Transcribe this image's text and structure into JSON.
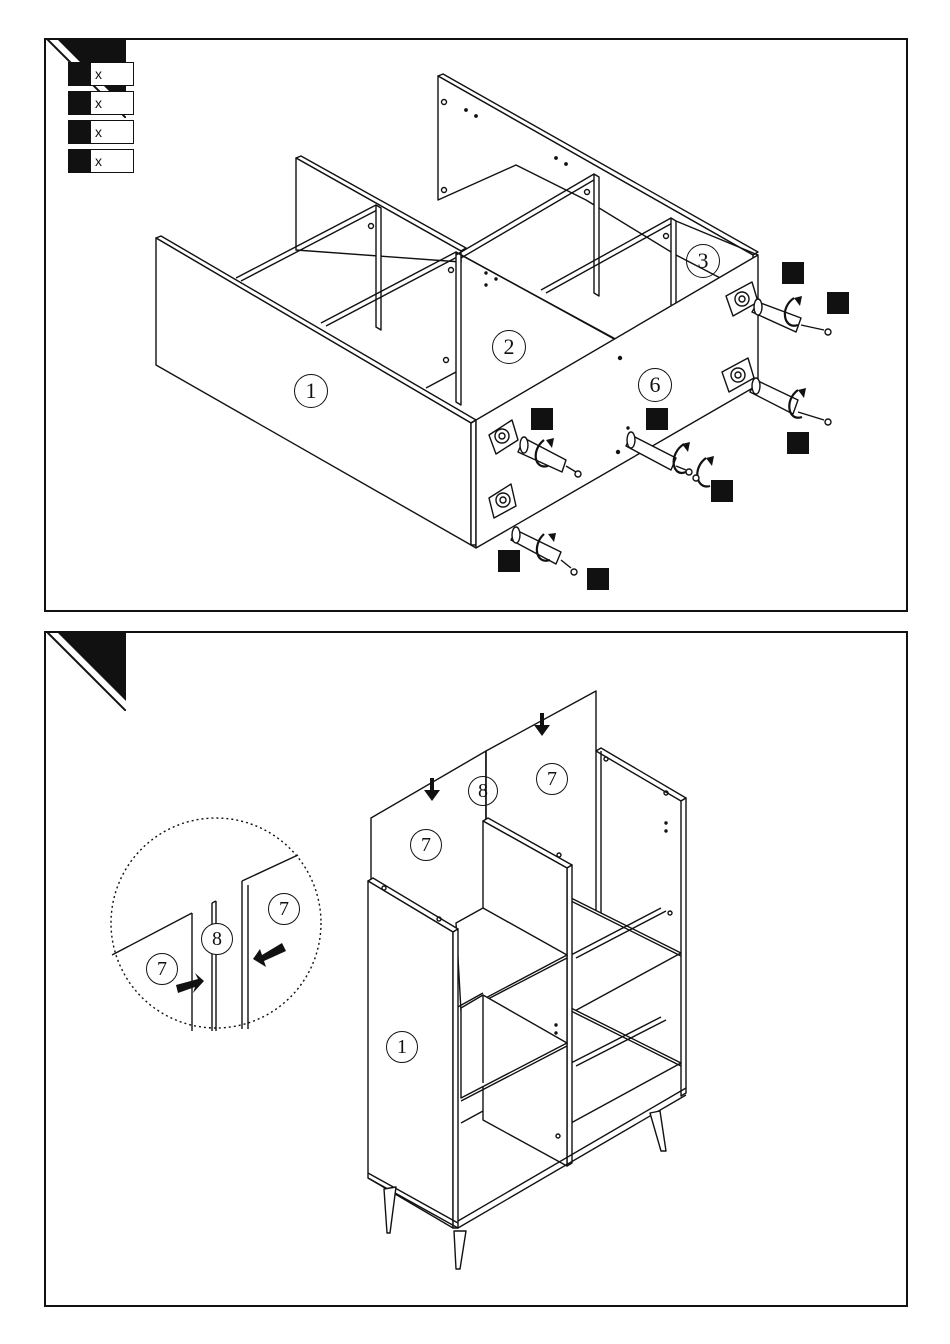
{
  "legend": {
    "rows": [
      {
        "multiplier": "x"
      },
      {
        "multiplier": "x"
      },
      {
        "multiplier": "x"
      },
      {
        "multiplier": "x"
      }
    ]
  },
  "step1": {
    "part_labels": {
      "side_panel": "1",
      "center_divider": "2",
      "right_divider": "3",
      "bottom_panel": "6"
    }
  },
  "step2": {
    "part_labels": {
      "side_panel": "1",
      "back_panel_left": "7",
      "back_panel_right": "7",
      "connector_strip": "8"
    },
    "detail_labels": {
      "back_panel_left": "7",
      "back_panel_right": "7",
      "connector_strip": "8"
    }
  }
}
